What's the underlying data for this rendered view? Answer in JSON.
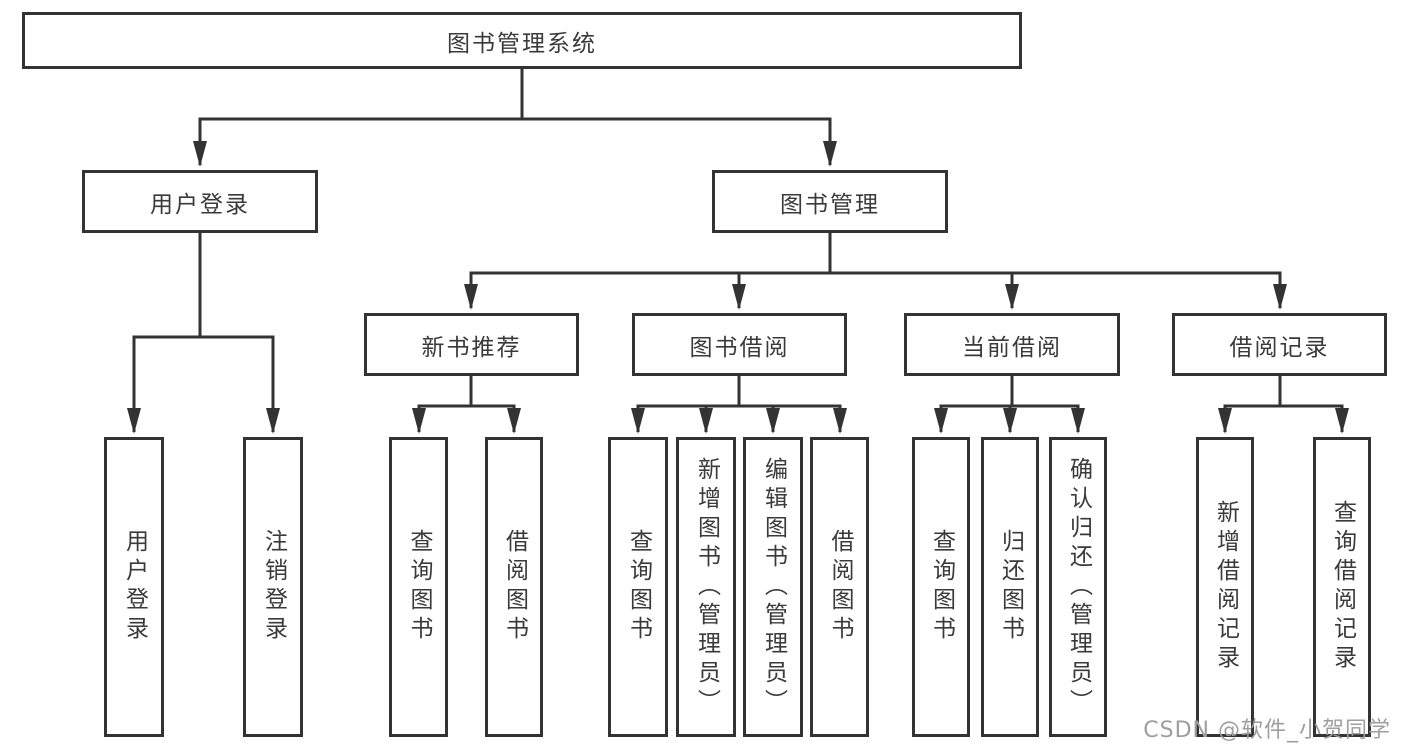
{
  "tree": {
    "label": "图书管理系统",
    "children": [
      {
        "label": "用户登录",
        "children": [
          {
            "label": "用户登录"
          },
          {
            "label": "注销登录"
          }
        ]
      },
      {
        "label": "图书管理",
        "children": [
          {
            "label": "新书推荐",
            "children": [
              {
                "label": "查询图书"
              },
              {
                "label": "借阅图书"
              }
            ]
          },
          {
            "label": "图书借阅",
            "children": [
              {
                "label": "查询图书"
              },
              {
                "label": "新增图书（管理员）"
              },
              {
                "label": "编辑图书（管理员）"
              },
              {
                "label": "借阅图书"
              }
            ]
          },
          {
            "label": "当前借阅",
            "children": [
              {
                "label": "查询图书"
              },
              {
                "label": "归还图书"
              },
              {
                "label": "确认归还（管理员）"
              }
            ]
          },
          {
            "label": "借阅记录",
            "children": [
              {
                "label": "新增借阅记录"
              },
              {
                "label": "查询借阅记录"
              }
            ]
          }
        ]
      }
    ]
  },
  "watermark": {
    "text": "CSDN @软件_小贺同学"
  },
  "colors": {
    "line": "#333333",
    "box_border": "#333333",
    "box_background": "#ffffff",
    "text": "#3a3a3a",
    "watermark": "#9e9e9e",
    "background": "#ffffff"
  }
}
